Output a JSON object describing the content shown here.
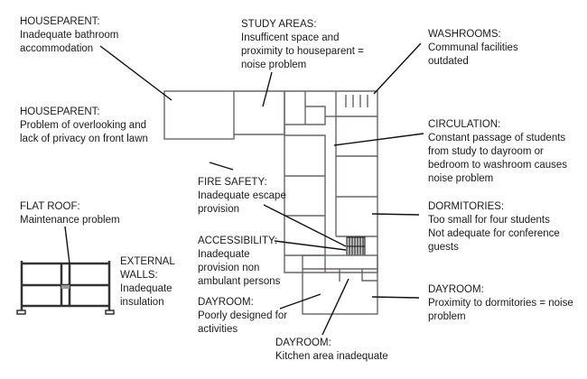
{
  "annotations": [
    {
      "id": "houseparent-bathroom",
      "title": "HOUSEPARENT:",
      "lines": [
        "Inadequate bathroom",
        "accommodation"
      ]
    },
    {
      "id": "study-areas",
      "title": "STUDY AREAS:",
      "lines": [
        "Insufficent space and",
        "proximity to houseparent =",
        "noise problem"
      ]
    },
    {
      "id": "washrooms",
      "title": "WASHROOMS:",
      "lines": [
        "Communal facilities",
        "outdated"
      ]
    },
    {
      "id": "houseparent-privacy",
      "title": "HOUSEPARENT:",
      "lines": [
        "Problem of overlooking and",
        "lack of privacy on front lawn"
      ]
    },
    {
      "id": "circulation",
      "title": "CIRCULATION:",
      "lines": [
        "Constant passage of students",
        "from study to dayroom or",
        "bedroom to washroom causes",
        "noise problem"
      ]
    },
    {
      "id": "fire-safety",
      "title": "FIRE SAFETY:",
      "lines": [
        "Inadequate escape",
        "provision"
      ]
    },
    {
      "id": "flat-roof",
      "title": "FLAT ROOF:",
      "lines": [
        "Maintenance problem"
      ]
    },
    {
      "id": "dormitories",
      "title": "DORMITORIES:",
      "lines": [
        "Too small for four students",
        "Not adequate for conference",
        "guests"
      ]
    },
    {
      "id": "accessibility",
      "title": "ACCESSIBILITY:",
      "lines": [
        "Inadequate",
        "provision non",
        "ambulant persons"
      ]
    },
    {
      "id": "external-walls",
      "title": "EXTERNAL",
      "lines": [
        "WALLS:",
        "Inadequate",
        "insulation"
      ]
    },
    {
      "id": "dayroom-activities",
      "title": "DAYROOM:",
      "lines": [
        "Poorly designed for",
        "activities"
      ]
    },
    {
      "id": "dayroom-proximity",
      "title": "DAYROOM:",
      "lines": [
        "Proximity to dormitories = noise",
        "problem"
      ]
    },
    {
      "id": "dayroom-kitchen",
      "title": "DAYROOM:",
      "lines": [
        "Kitchen area inadequate"
      ]
    }
  ]
}
